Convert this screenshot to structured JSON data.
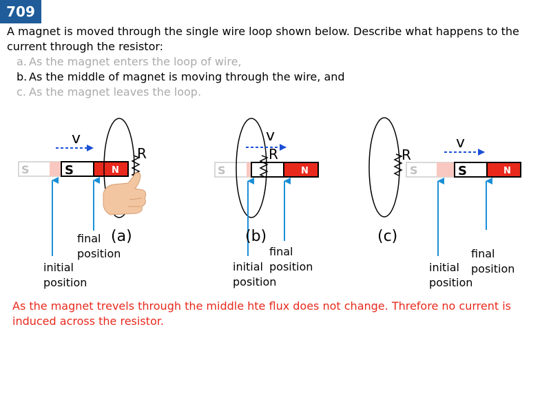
{
  "slide": {
    "number": "709",
    "question": "A magnet is moved through the single wire loop shown below. Describe what happens to the current through the resistor:",
    "options": [
      {
        "letter": "a.",
        "text": "As the magnet enters the loop of wire,",
        "state": "dimmed"
      },
      {
        "letter": "b.",
        "text": "As the middle of magnet is moving through the wire, and",
        "state": "active"
      },
      {
        "letter": "c.",
        "text": "As the magnet leaves the loop.",
        "state": "dimmed"
      }
    ],
    "answer": "As the magnet trevels through the middle hte flux does not change. Threfore no current is induced across the resistor."
  },
  "diagrams": {
    "velocity_label": "v",
    "resistor_label": "R",
    "south_label": "S",
    "north_label": "N",
    "initial_label_line1": "initial",
    "initial_label_line2": "position",
    "final_label_line1": "final",
    "final_label_line2": "position",
    "panels": [
      {
        "caption": "(a)"
      },
      {
        "caption": "(b)"
      },
      {
        "caption": "(c)"
      }
    ]
  },
  "colors": {
    "badge_bg": "#1f5c99",
    "answer_text": "#e8291c",
    "arrow_blue": "#1a8fd6",
    "velocity_blue": "#1a4fd6",
    "magnet_north": "#e8291c",
    "ghost_pink": "#f8c8c0"
  }
}
